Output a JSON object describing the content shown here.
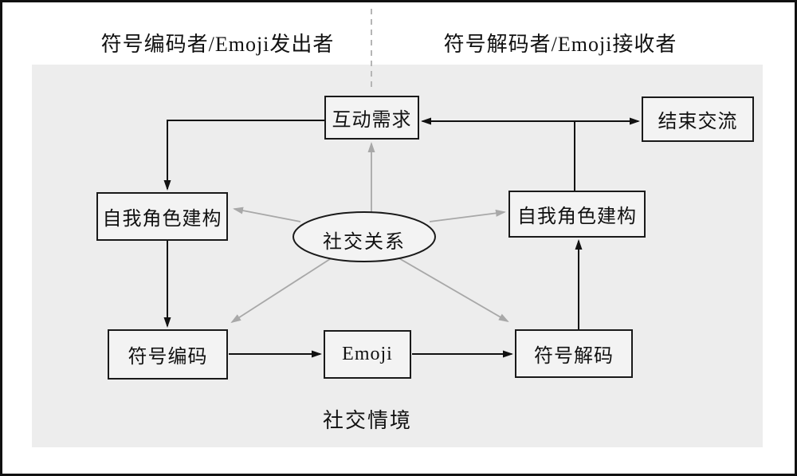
{
  "figure": {
    "top_labels": {
      "left": "符号编码者/Emoji发出者",
      "right": "符号解码者/Emoji接收者"
    },
    "nodes": {
      "interaction_need": "互动需求",
      "end_communication": "结束交流",
      "self_role_encoder": "自我角色建构",
      "self_role_decoder": "自我角色建构",
      "symbol_encoding": "符号编码",
      "emoji": "Emoji",
      "symbol_decoding": "符号解码",
      "social_relation": "社交关系",
      "social_context": "社交情境"
    },
    "edges": [
      {
        "from": "互动需求",
        "to": "自我角色建构(编码者)",
        "style": "black-arrow"
      },
      {
        "from": "自我角色建构(编码者)",
        "to": "符号编码",
        "style": "black-arrow"
      },
      {
        "from": "符号编码",
        "to": "Emoji",
        "style": "black-arrow"
      },
      {
        "from": "Emoji",
        "to": "符号解码",
        "style": "black-arrow"
      },
      {
        "from": "符号解码",
        "to": "自我角色建构(解码者)",
        "style": "black-arrow"
      },
      {
        "from": "自我角色建构(解码者)",
        "to": "互动需求",
        "style": "black-arrow"
      },
      {
        "from": "自我角色建构(解码者)",
        "to": "结束交流",
        "style": "black-arrow"
      },
      {
        "from": "社交关系",
        "to": "互动需求",
        "style": "gray-arrow"
      },
      {
        "from": "社交关系",
        "to": "自我角色建构(编码者)",
        "style": "gray-arrow"
      },
      {
        "from": "社交关系",
        "to": "自我角色建构(解码者)",
        "style": "gray-arrow"
      },
      {
        "from": "社交关系",
        "to": "符号编码",
        "style": "gray-arrow"
      },
      {
        "from": "社交关系",
        "to": "符号解码",
        "style": "gray-arrow"
      }
    ],
    "colors": {
      "panel_bg": "#ededed",
      "node_bg": "#f3f3f3",
      "node_border": "#1a1a1a",
      "black_arrow": "#111111",
      "gray_arrow": "#a8a8a8",
      "dashed_line": "#b5b5b5"
    }
  }
}
